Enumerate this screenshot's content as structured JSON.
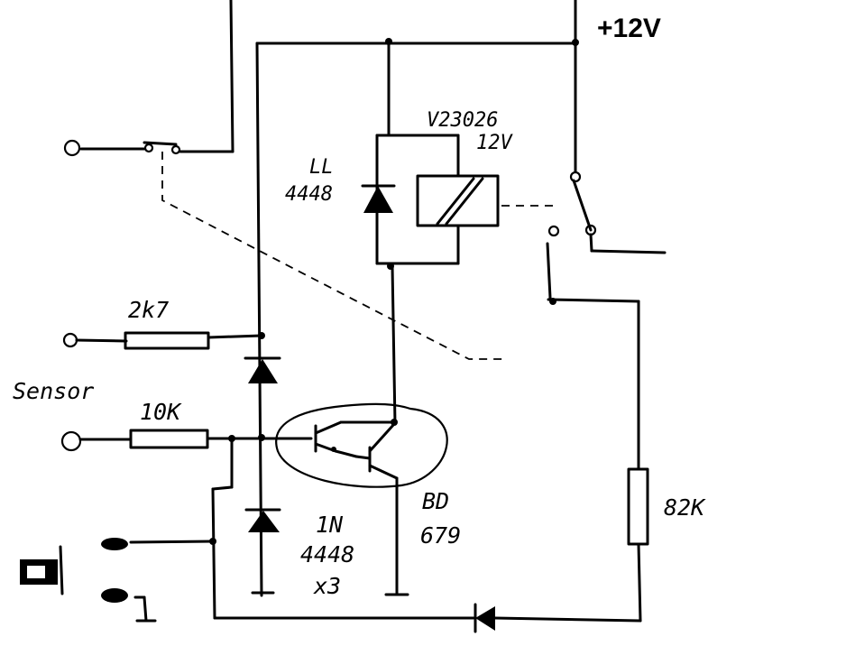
{
  "supply_label": "+12V",
  "relay": {
    "part": "V23026",
    "voltage": "12V"
  },
  "flyback_diode": {
    "line1": "LL",
    "line2": "4448"
  },
  "resistors": {
    "top": "2k7",
    "input": "10K",
    "right": "82K"
  },
  "sensor_label": "Sensor",
  "transistor": {
    "line1": "BD",
    "line2": "679"
  },
  "diode_string": {
    "line1": "1N",
    "line2": "4448",
    "line3": "x3"
  }
}
